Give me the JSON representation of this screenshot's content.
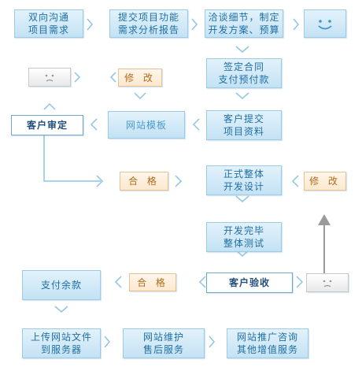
{
  "steps": {
    "s1": "双向沟通\n项目需求",
    "s2": "提交项目功能\n需求分析报告",
    "s3": "洽谈细节，制定\n开发方案、预算",
    "s4": "签定合同\n支付预付款",
    "s5": "客户提交\n项目资料",
    "s6": "网站模板",
    "s7": "客户审定",
    "s8": "正式整体\n开发设计",
    "s9": "开发完毕\n整体测试",
    "s10": "客户验收",
    "s11": "支付余款",
    "s12": "上传网站文件\n到服务器",
    "s13": "网站维护\n售后服务",
    "s14": "网站推广咨询\n其他增值服务"
  },
  "tags": {
    "modify_top": "修 改",
    "pass_mid": "合 格",
    "modify_right": "修 改",
    "pass_bottom": "合 格"
  },
  "icons": {
    "happy": "smiley-face-icon",
    "sad_top": "sad-face-icon",
    "sad_bottom": "sad-face-icon"
  },
  "colors": {
    "box_fill": "#cbe6f6",
    "box_border": "#9ccbe6",
    "box_text": "#1f6fa3",
    "tag_fill": "#fde8cf",
    "tag_text": "#b06a1a",
    "gray_fill": "#ececec",
    "line": "#8ec4e3"
  }
}
